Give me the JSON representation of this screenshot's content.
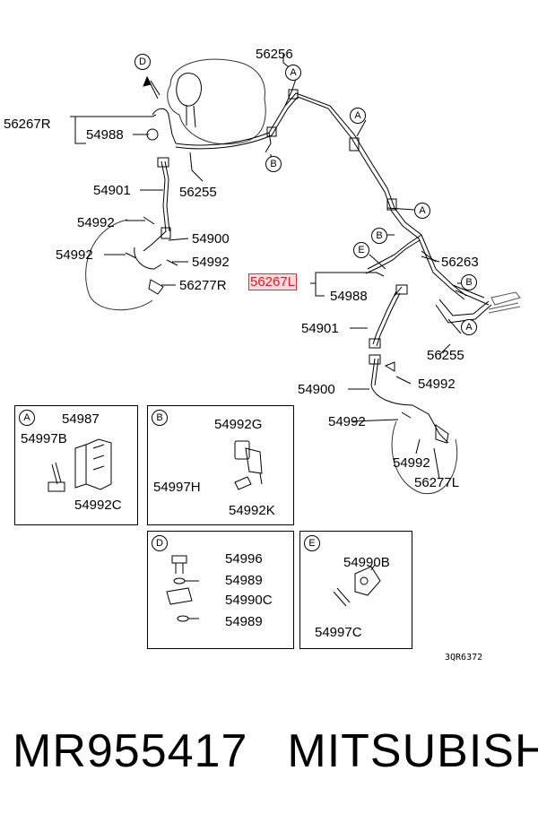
{
  "diagram": {
    "upper_left_labels": {
      "l56256": "56256",
      "l56267R": "56267R",
      "l54988": "54988",
      "l54901": "54901",
      "l56255": "56255",
      "l54992a": "54992",
      "l54900": "54900",
      "l54992b": "54992",
      "l54992c": "54992",
      "l56277R": "56277R"
    },
    "right_labels": {
      "l56263": "56263",
      "l56267L": "56267L",
      "l54988": "54988",
      "l54901": "54901",
      "l56255": "56255",
      "l54900": "54900",
      "l54992a": "54992",
      "l54992b": "54992",
      "l54992c": "54992",
      "l56277L": "56277L"
    },
    "refs": {
      "A": "A",
      "B": "B",
      "D": "D",
      "E": "E"
    },
    "detail_A": {
      "ref": "A",
      "p1": "54987",
      "p2": "54997B",
      "p3": "54992C"
    },
    "detail_B": {
      "ref": "B",
      "p1": "54992G",
      "p2": "54997H",
      "p3": "54992K"
    },
    "detail_D": {
      "ref": "D",
      "p1": "54996",
      "p2": "54989",
      "p3": "54990C",
      "p4": "54989"
    },
    "detail_E": {
      "ref": "E",
      "p1": "54990B",
      "p2": "54997C"
    },
    "drawing_code": "3QR6372"
  },
  "footer": {
    "part_number": "MR955417",
    "brand": "MITSUBISHI"
  },
  "colors": {
    "highlight": "#d02030"
  }
}
